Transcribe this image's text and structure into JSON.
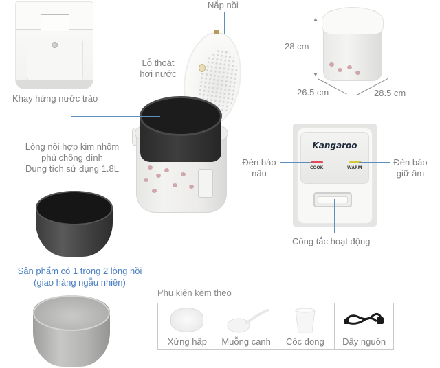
{
  "labels": {
    "drip_tray": "Khay hứng nước trào",
    "lid": "Nắp nồi",
    "steam_vent_line1": "Lỗ thoát",
    "steam_vent_line2": "hơi nước",
    "inner_pot_line1": "Lòng nồi hợp kim nhôm",
    "inner_pot_line2": "phủ chống dính",
    "inner_pot_line3": "Dung tích sử dụng 1.8L",
    "cook_light_line1": "Đèn báo",
    "cook_light_line2": "nấu",
    "warm_light_line1": "Đèn báo",
    "warm_light_line2": "giữ ấm",
    "switch": "Công tắc hoạt động"
  },
  "dimensions": {
    "height": "28 cm",
    "depth": "26.5 cm",
    "width": "28.5 cm"
  },
  "control_panel": {
    "brand": "Kangaroo",
    "cook_label": "COOK",
    "warm_label": "WARM",
    "cook_color": "#e04a5a",
    "warm_color": "#d6c83a"
  },
  "note": {
    "line1": "Sản phẩm có 1 trong 2 lòng nồi",
    "line2": "(giao hàng ngẫu nhiên)"
  },
  "accessories": {
    "title": "Phụ kiện kèm theo",
    "items": [
      {
        "label": "Xửng hấp",
        "icon": "steamer-tray-icon"
      },
      {
        "label": "Muỗng canh",
        "icon": "ladle-icon"
      },
      {
        "label": "Cốc đong",
        "icon": "measuring-cup-icon"
      },
      {
        "label": "Dây nguồn",
        "icon": "power-cord-icon"
      }
    ]
  },
  "colors": {
    "callout_line": "#5b8fc0",
    "note_text": "#4a7fc1",
    "label_text": "#7f7f7f"
  }
}
